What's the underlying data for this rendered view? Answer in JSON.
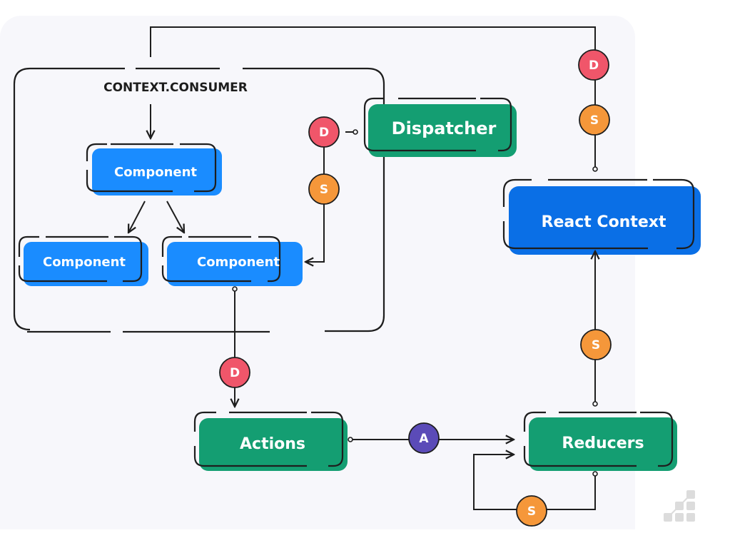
{
  "diagram": {
    "title": "CONTEXT.CONSUMER",
    "nodes": {
      "component_top": "Component",
      "component_left": "Component",
      "component_right": "Component",
      "dispatcher": "Dispatcher",
      "react_context": "React Context",
      "actions": "Actions",
      "reducers": "Reducers"
    },
    "badges": {
      "dispatcher_d": "D",
      "dispatcher_s": "S",
      "context_d": "D",
      "context_s": "S",
      "component_d": "D",
      "actions_a": "A",
      "reducers_up_s": "S",
      "reducers_loop_s": "S"
    },
    "colors": {
      "component_blue": "#1a8cff",
      "context_blue": "#0a6fe6",
      "green": "#149e72",
      "badge_d": "#f0566a",
      "badge_s": "#f5973a",
      "badge_a": "#5b4bb8",
      "line": "#1e1e1e",
      "panel_bg": "#f7f7fb"
    },
    "watermark": "logo-icon"
  }
}
